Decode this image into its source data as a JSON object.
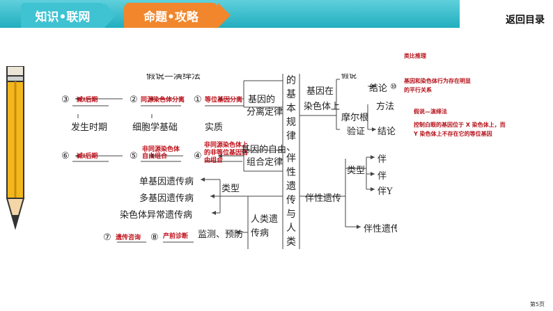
{
  "header": {
    "tab_knowledge": "知识•联网",
    "tab_strategy": "命题•攻略",
    "back_link": "返回目录",
    "page_number": "第5页"
  },
  "diagram": {
    "center_vertical_1": "的基本规律",
    "center_vertical_dash": "、",
    "center_vertical_2": "伴性遗传与人类遗传",
    "top_cut": "假说—演绎法",
    "circle_3": "③",
    "circle_2": "②",
    "circle_1": "①",
    "circle_6": "⑥",
    "circle_5": "⑤",
    "circle_4": "④",
    "circle_7": "⑦",
    "circle_8": "⑧",
    "circle_10": "⑩",
    "ans_3": "减Ⅰ后期",
    "ans_2": "同源染色体分离",
    "ans_1": "等位基因分离",
    "ans_6": "减Ⅰ后期",
    "ans_5": "非同源染色体自由组合",
    "ans_4": "非同源染色体上的非等位基因自由组合",
    "ans_7": "遗传咨询",
    "ans_8": "产前诊断",
    "fenli_jiyin": "基因的",
    "fenli_law": "分离定律",
    "ziyou_jiyin": "基因的自由",
    "ziyou_law": "组合定律",
    "fasheng": "发生时期",
    "xibao": "细胞学基础",
    "shizhi": "实质",
    "dan": "单基因遗传病",
    "duo": "多基因遗传病",
    "ranse_yichang": "染色体异常遗传病",
    "leixing_left": "类型",
    "renlei_yichuan": "人类遗",
    "chuanbing": "传病",
    "jiance": "监测、预防",
    "jiyin_zai": "基因在",
    "ranse_shang": "染色体上",
    "moer": "摩尔根",
    "yanzheng": "验证",
    "leibi_cut": "假说",
    "jielun_1": "结论",
    "fangfa": "方法",
    "jielun_2": "结论",
    "banxing": "伴性遗传",
    "leixing_right": "类型",
    "ban_1": "伴",
    "ban_2": "伴",
    "ban_3": "伴Y",
    "ban_4": "伴性遗传"
  },
  "notes": {
    "leibi": "类比推理",
    "pingxing_1": "基因和染色体行为存在明显",
    "pingxing_2": "的平行关系",
    "jiashuo": "假说—演绎法",
    "kongzhi_1": "控制白眼的基因位于 X 染色体上，而",
    "kongzhi_2": "Y 染色体上不存在它的等位基因"
  },
  "colors": {
    "teal": "#22aebf",
    "orange": "#f1862d",
    "answer_red": "#c0101a"
  }
}
